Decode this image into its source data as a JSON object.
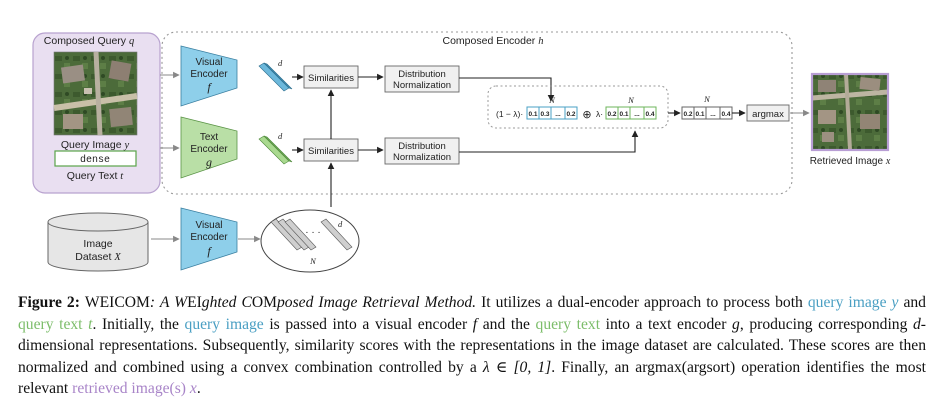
{
  "figure": {
    "composed_query_label": "Composed Query",
    "composed_query_var": "q",
    "query_image_label": "Query Image",
    "query_image_var": "y",
    "query_text_value": "dense",
    "query_text_label": "Query Text",
    "query_text_var": "t",
    "composed_encoder_label": "Composed Encoder",
    "composed_encoder_var": "h",
    "visual_encoder_line1": "Visual",
    "visual_encoder_line2": "Encoder",
    "visual_encoder_var": "f",
    "text_encoder_line1": "Text",
    "text_encoder_line2": "Encoder",
    "text_encoder_var": "g",
    "dim_label": "d",
    "n_label": "N",
    "similarities_label": "Similarities",
    "distribution_line1": "Distribution",
    "distribution_line2": "Normalization",
    "combine_left_prefix": "(1 − λ)·",
    "combine_right_prefix": "λ·",
    "oplus": "⊕",
    "vector_top": [
      "0.1",
      "0.3",
      "...",
      "0.2"
    ],
    "vector_bottom": [
      "0.2",
      "0.1",
      "...",
      "0.4"
    ],
    "vector_combined": [
      "0.2",
      "0.1",
      "...",
      "0.4"
    ],
    "argmax_label": "argmax",
    "image_dataset_line1": "Image",
    "image_dataset_line2": "Dataset",
    "image_dataset_var": "X",
    "retrieved_image_label": "Retrieved Image",
    "retrieved_image_var": "x",
    "dots": "· · ·"
  },
  "caption": {
    "label": "Figure 2",
    "colon": ":",
    "title_sc": "WEICOM",
    "title_rest_1": ": A W",
    "title_sc_2": "EI",
    "title_rest_2": "ghted C",
    "title_sc_3": "OM",
    "title_rest_3": "posed Image Retrieval Method.",
    "s1": " It utilizes a dual-encoder approach to process both ",
    "query_image": "query image",
    "var_y": "y",
    "and": " and ",
    "query_text": "query text",
    "var_t": "t",
    "s2": ". Initially, the ",
    "query_image_2": "query image",
    "s3": " is passed into a visual encoder ",
    "var_f": "f",
    "s4": " and the ",
    "query_text_2": "query text",
    "s5": " into a text encoder ",
    "var_g": "g",
    "s6": ", producing corresponding ",
    "var_d": "d",
    "s7": "-dimensional representations. Subsequently, similarity scores with the representations in the image dataset are calculated. These scores are then normalized and combined using a convex combination controlled by a ",
    "lambda_expr": "λ ∈ [0, 1]",
    "s8": ". Finally, an argmax(argsort) operation identifies the most relevant ",
    "retrieved": "retrieved image(s)",
    "var_x": "x",
    "s9": "."
  },
  "colors": {
    "visual_encoder_fill": "#8ecfea",
    "text_encoder_fill": "#b9dfa6",
    "composed_query_bg": "#e9dff1",
    "composed_query_border": "#b8a2cf",
    "retrieved_border": "#b89ed4",
    "query_text_border": "#5aa44a",
    "vector_top_border": "#4aa0c4",
    "vector_bottom_border": "#6cb55b",
    "accent_blue": "#4a9fc3",
    "accent_green": "#7cbd6a",
    "accent_purple": "#a884c8"
  }
}
